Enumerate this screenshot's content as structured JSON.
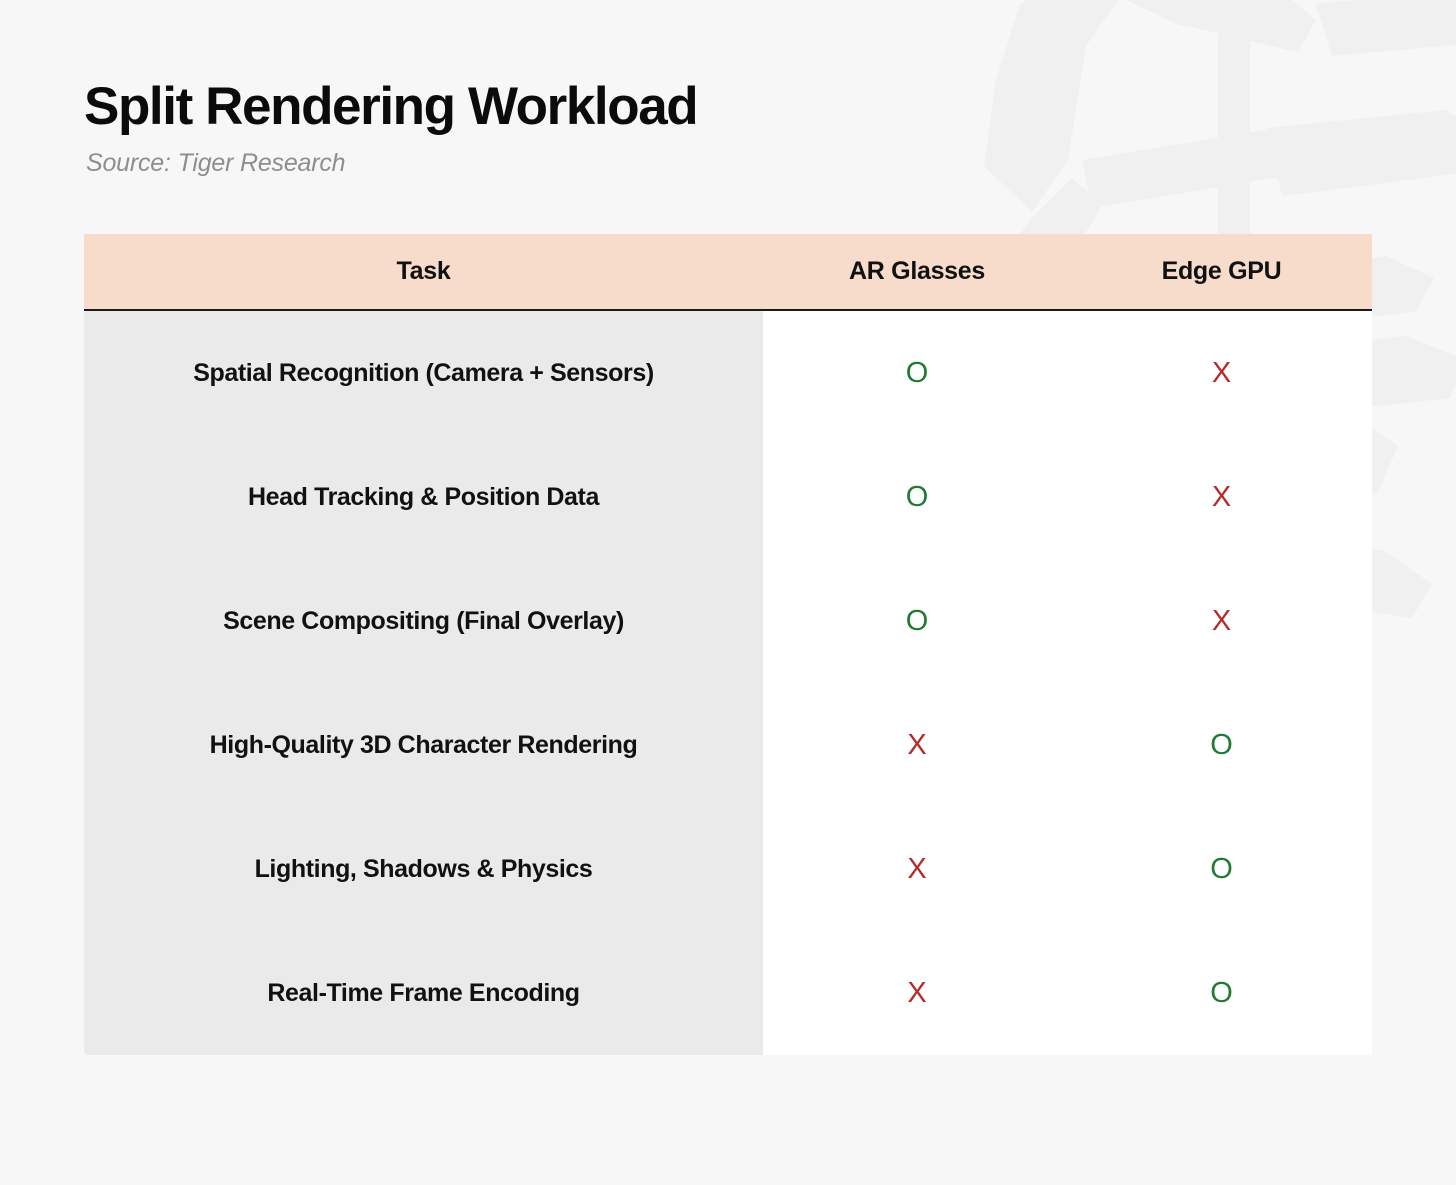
{
  "header": {
    "title": "Split Rendering Workload",
    "subtitle": "Source: Tiger Research"
  },
  "colors": {
    "page_background": "#f7f7f7",
    "header_row_background": "#f8dccb",
    "task_column_background": "#eaeaea",
    "cell_background": "#ffffff",
    "yes_mark": "#1f7a32",
    "no_mark": "#b32b2b",
    "title_text": "#0b0b0b",
    "subtitle_text": "#8e8e8e",
    "watermark": "#f0f0f0"
  },
  "table": {
    "columns": [
      "Task",
      "AR Glasses",
      "Edge GPU"
    ],
    "marks": {
      "yes": "O",
      "no": "X"
    },
    "rows": [
      {
        "task": "Spatial Recognition (Camera + Sensors)",
        "ar_glasses": "O",
        "edge_gpu": "X"
      },
      {
        "task": "Head Tracking & Position Data",
        "ar_glasses": "O",
        "edge_gpu": "X"
      },
      {
        "task": "Scene Compositing (Final Overlay)",
        "ar_glasses": "O",
        "edge_gpu": "X"
      },
      {
        "task": "High-Quality 3D Character Rendering",
        "ar_glasses": "X",
        "edge_gpu": "O"
      },
      {
        "task": "Lighting, Shadows & Physics",
        "ar_glasses": "X",
        "edge_gpu": "O"
      },
      {
        "task": "Real-Time Frame Encoding",
        "ar_glasses": "X",
        "edge_gpu": "O"
      }
    ]
  },
  "watermark": {
    "name": "tiger-logo-watermark"
  }
}
